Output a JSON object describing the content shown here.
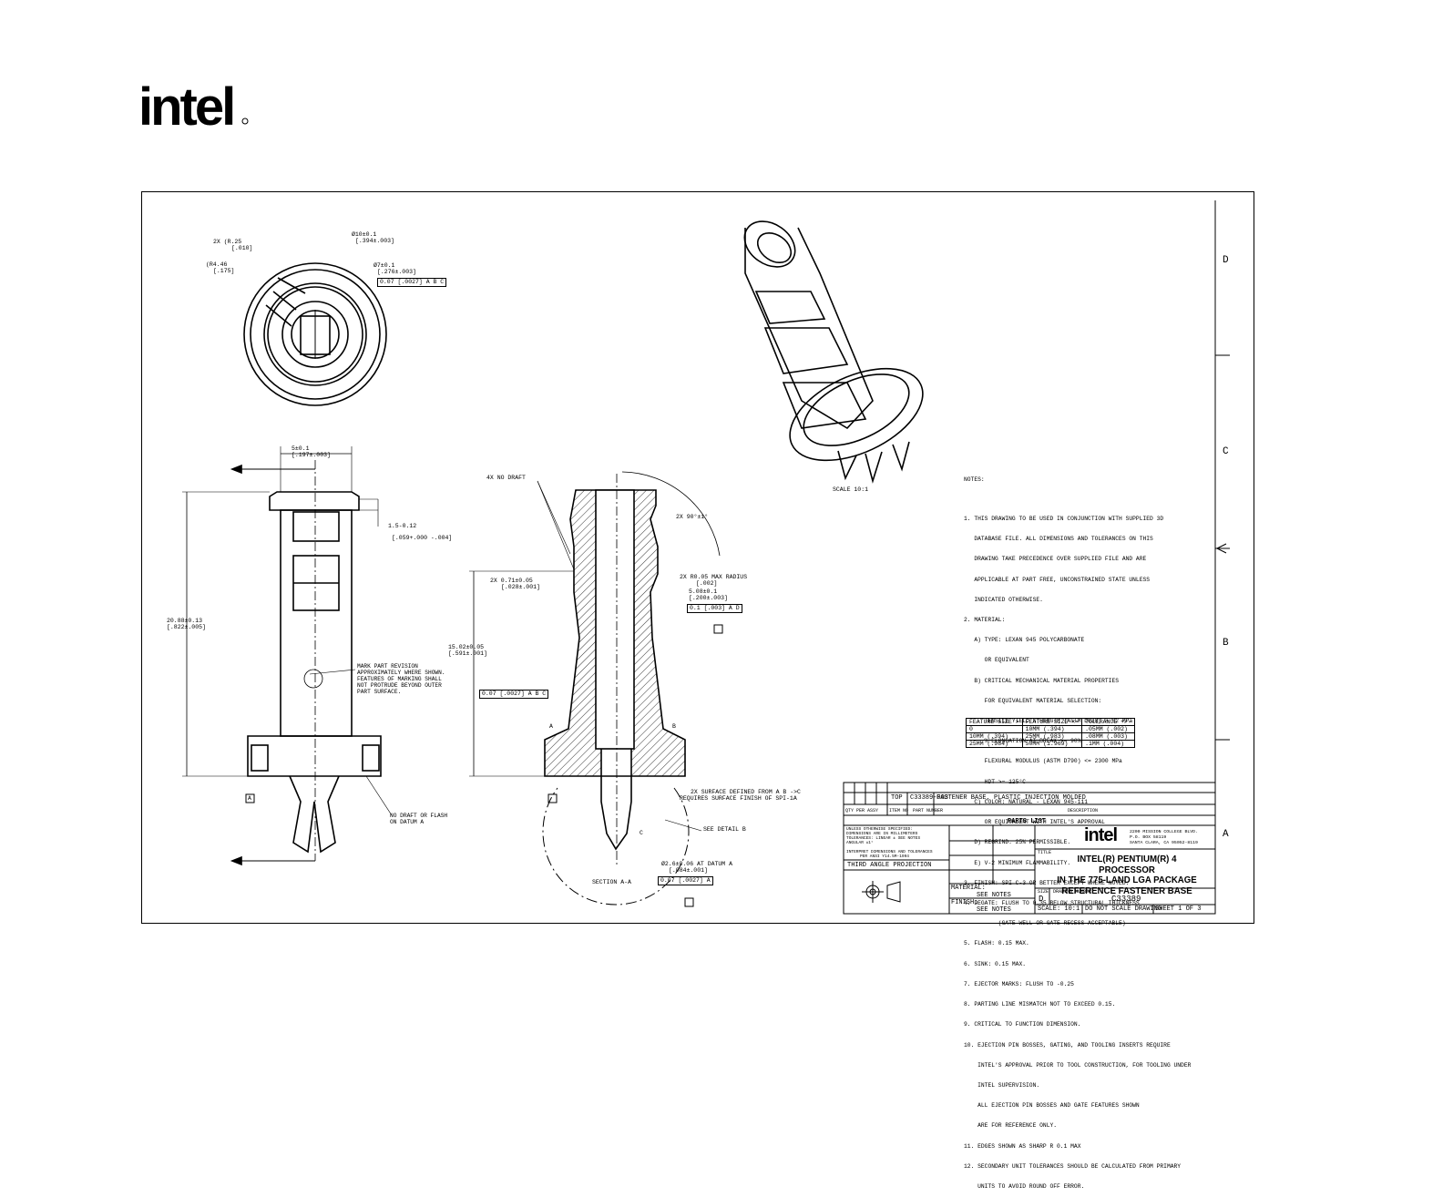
{
  "header": {
    "logo_text": "intel"
  },
  "zones": [
    "D",
    "C",
    "B",
    "A"
  ],
  "top_view": {
    "callouts": [
      "2X (R.25",
      "[.010]",
      "(R4.46",
      "[.175]",
      "Ø10±0.1",
      "[.394±.003]",
      "Ø7±0.1",
      "[.276±.003]",
      "0.07 [.0027] A B C"
    ]
  },
  "side_view": {
    "callouts": [
      "5±0.1",
      "[.197±.003]",
      "1.5-0.12",
      "[.059+.000 -.004]",
      "20.88±0.13",
      "[.822±.005]",
      "MARK PART REVISION",
      "APPROXIMATELY WHERE SHOWN.",
      "FEATURES OF MARKING SHALL",
      "NOT PROTRUDE BEYOND OUTER",
      "PART SURFACE.",
      "NO DRAFT OR FLASH",
      "ON DATUM A",
      "A"
    ]
  },
  "section_view": {
    "callouts": [
      "4X NO DRAFT",
      "2X 90°±1°",
      "2X 0.71±0.05",
      "[.028±.001]",
      "2X R0.05  MAX RADIUS",
      "[.002]",
      "5.08±0.1",
      "[.200±.003]",
      "0.1 [.003] A D",
      "15.02±0.05",
      "[.591±.001]",
      "0.07 [.0027] A B C",
      "2X SURFACE DEFINED FROM A B ->C",
      "REQUIRES SURFACE FINISH OF SPI-1A",
      "SEE DETAIL  B",
      "Ø2.6±0.06   AT DATUM A",
      "[.084±.001]",
      "0.07 [.0027] A",
      "SECTION  A-A",
      "A",
      "B",
      "C"
    ]
  },
  "iso_view": {
    "scale_label": "SCALE  10:1"
  },
  "notes": {
    "title": "NOTES:",
    "lines": [
      "1. THIS DRAWING TO BE USED IN CONJUNCTION WITH SUPPLIED 3D",
      "   DATABASE FILE. ALL DIMENSIONS AND TOLERANCES ON THIS",
      "   DRAWING TAKE PRECEDENCE OVER SUPPLIED FILE AND ARE",
      "   APPLICABLE AT PART FREE, UNCONSTRAINED STATE UNLESS",
      "   INDICATED OTHERWISE.",
      "2. MATERIAL:",
      "   A) TYPE: LEXAN 945 POLYCARBONATE",
      "      OR EQUIVALENT",
      "   B) CRITICAL MECHANICAL MATERIAL PROPERTIES",
      "      FOR EQUIVALENT MATERIAL SELECTION:",
      "      TENSILE YIELD STRENGTH (ASTM D638) > 62 MPa",
      "      % ELONGATION AT BREAK >= 90%",
      "      FLEXURAL MODULUS (ASTM D790) <= 2300 MPa",
      "      HDT >= 125°C",
      "   C) COLOR: NATURAL - LEXAN 945-111",
      "      OR EQUIVALENT WITH INTEL'S APPROVAL",
      "   D) REGRIND: 25% PERMISSIBLE.",
      "   E) V-2 MINIMUM FLAMMABILITY.",
      "3. FINISH: SPI C-3 OR BETTER EXCEPT WHERE NOTED.",
      "4. DEGATE: FLUSH TO 0.35 BELOW STRUCTURAL THICKNESS",
      "          (GATE WELL OR GATE RECESS ACCEPTABLE)",
      "5. FLASH: 0.15 MAX.",
      "6. SINK: 0.15 MAX.",
      "7. EJECTOR MARKS: FLUSH TO -0.25",
      "8. PARTING LINE MISMATCH NOT TO EXCEED 0.15.",
      "9. CRITICAL TO FUNCTION DIMENSION.",
      "10. EJECTION PIN BOSSES, GATING, AND TOOLING INSERTS REQUIRE",
      "    INTEL'S APPROVAL PRIOR TO TOOL CONSTRUCTION, FOR TOOLING UNDER",
      "    INTEL SUPERVISION.",
      "    ALL EJECTION PIN BOSSES AND GATE FEATURES SHOWN",
      "    ARE FOR REFERENCE ONLY.",
      "11. EDGES SHOWN AS SHARP R 0.1 MAX",
      "12. SECONDARY UNIT TOLERANCES SHOULD BE CALCULATED FROM PRIMARY",
      "    UNITS TO AVOID ROUND OFF ERROR."
    ]
  },
  "tolerance_table": {
    "headers": [
      "FEATURE SIZE >",
      "FEATURE SIZE <=",
      "TOLERANCE +/-"
    ],
    "rows": [
      [
        "0",
        "10MM (.394)",
        ".05MM (.002)"
      ],
      [
        "10MM (.394)",
        "25MM (.983)",
        ".08MM (.003)"
      ],
      [
        "25MM (.984)",
        "50MM (1.969)",
        ".1MM (.004)"
      ]
    ]
  },
  "title_block": {
    "parts_row": {
      "qty": "TOP",
      "part_number": "C33389-003",
      "description": "FASTENER BASE, PLASTIC INJECTION MOLDED"
    },
    "parts_header": {
      "qty": "QTY PER ASSY",
      "item": "ITEM NO",
      "part": "PART NUMBER",
      "desc": "DESCRIPTION"
    },
    "parts_list_label": "PARTS LIST",
    "spec_text": [
      "UNLESS OTHERWISE SPECIFIED:",
      "DIMENSIONS ARE IN MILLIMETERS",
      "TOLERANCES: LINEAR ±  SEE NOTES",
      "ANGULAR ±1°",
      "",
      "INTERPRET DIMENSIONS AND TOLERANCES",
      "PER ANSI Y14.5M-1994"
    ],
    "projection": "THIRD ANGLE PROJECTION",
    "material_label": "MATERIAL:",
    "material_value": "SEE NOTES",
    "finish_label": "FINISH:",
    "finish_value": "SEE NOTES",
    "company_logo": "intel",
    "address": [
      "2200 MISSION COLLEGE BLVD.",
      "P.O. BOX 58119",
      "SANTA CLARA, CA 95052-8119"
    ],
    "title_label": "TITLE",
    "title": [
      "INTEL(R) PENTIUM(R) 4 PROCESSOR",
      "IN THE 775-LAND LGA PACKAGE",
      "REFERENCE FASTENER BASE"
    ],
    "size_label": "SIZE",
    "size": "D",
    "drawing_number_label": "DRAWING NUMBER",
    "drawing_number": "C33389",
    "scale": "SCALE: 10:1",
    "do_not_scale": "DO NOT SCALE DRAWING",
    "sheet": "SHEET 1 OF 3"
  }
}
